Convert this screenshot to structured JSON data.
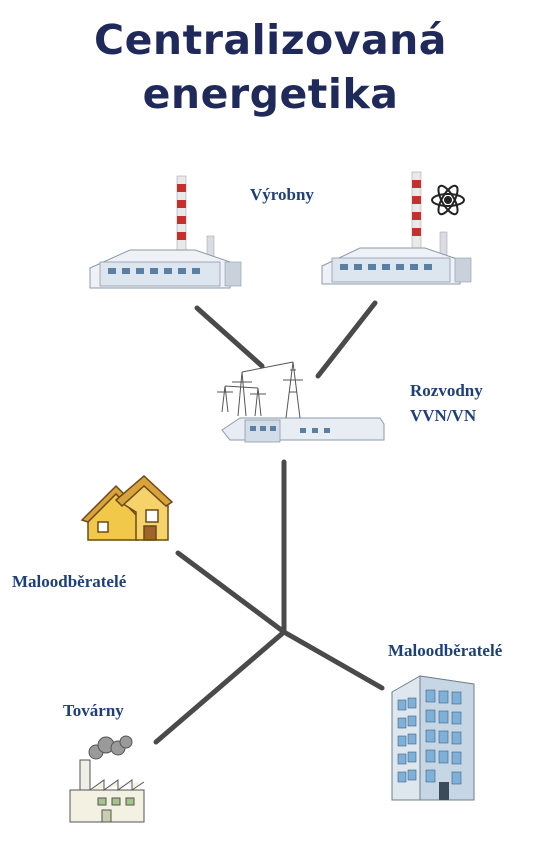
{
  "title": {
    "line1": "Centralizovaná",
    "line2": "energetika"
  },
  "labels": {
    "production": "Výrobny",
    "distribution_line1": "Rozvodny",
    "distribution_line2": "VVN/VN",
    "consumers_left": "Maloodběratelé",
    "consumers_right": "Maloodběratelé",
    "factories": "Továrny"
  },
  "icons": {
    "power_plant": "thermal-power-plant-icon",
    "nuclear_plant": "nuclear-power-plant-icon",
    "atom": "atom-icon",
    "substation": "substation-icon",
    "house": "house-icon",
    "office": "office-building-icon",
    "factory": "factory-icon"
  },
  "colors": {
    "title": "#1f2a5a",
    "label": "#1e3f77",
    "line": "#4a4a4a",
    "house": "#f2c84b",
    "building": "#7fb0d8"
  }
}
